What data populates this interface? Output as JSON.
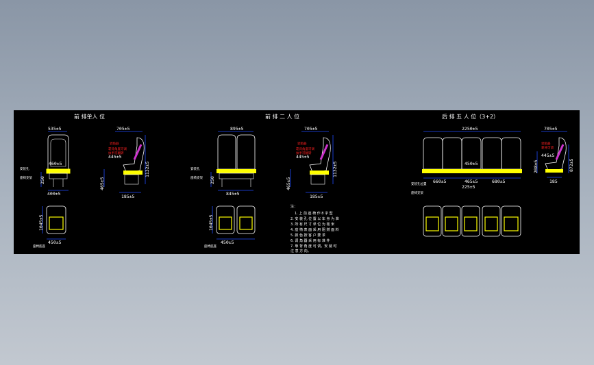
{
  "titles": {
    "front_single": "前 排单人 位",
    "front_double": "前 排 二 人 位",
    "rear_five": "后 排 五 人 位（3+2）"
  },
  "dimensions": {
    "s_width_top": "535±5",
    "s_depth_top": "705±5",
    "s_seat_depth": "445±5",
    "s_height": "1132±5",
    "s_seat_height": "465±5",
    "s_leg": "185±5",
    "s_base_width": "400±5",
    "s_inner": "460±5",
    "s_plan_width": "450±5",
    "s_small_left": "250",
    "s_plan_left": "1045±5",
    "d_width_top": "895±5",
    "d_depth_top": "705±5",
    "d_seat_depth": "445±5",
    "d_height": "1132±5",
    "d_seat_height": "465±5",
    "d_leg": "185±5",
    "d_base_width": "845±5",
    "d_plan_width": "450±5",
    "d_small_left": "250",
    "d_plan_left": "1045±5",
    "r_width_top": "2250±5",
    "r_seat_a": "660±5",
    "r_seat_b": "465±5",
    "r_seat_c": "680±5",
    "r_base": "225±5",
    "r_inner": "450±5",
    "r_depth_top": "705±5",
    "r_seat_depth": "445±5",
    "r_height_left": "208±5",
    "r_height_right": "872±5",
    "r_leg": "185"
  },
  "notes": {
    "label": "注：",
    "lines": [
      "1. 上 前 座 椅 作 8 字 型",
      "2. 安 装 孔 位 置 以 车 身 为 准",
      "3. 所 有 尺 寸 单 位 为 毫 米",
      "4. 座 椅 表 面 采 用 阻 燃 面 料",
      "5. 颜 色 按 客 户 要 求",
      "6. 调 角 器 采 用 标 准 件",
      "7. 靠 背 角 度 可 调，安 装 时",
      "注 意 方 向。"
    ]
  },
  "colors": {
    "background": "#000000",
    "outline": "#ffffff",
    "dimension": "#1f4bff",
    "cushion": "#ffff00",
    "annotation": "#ff2020",
    "recliner": "#cc33cc"
  }
}
